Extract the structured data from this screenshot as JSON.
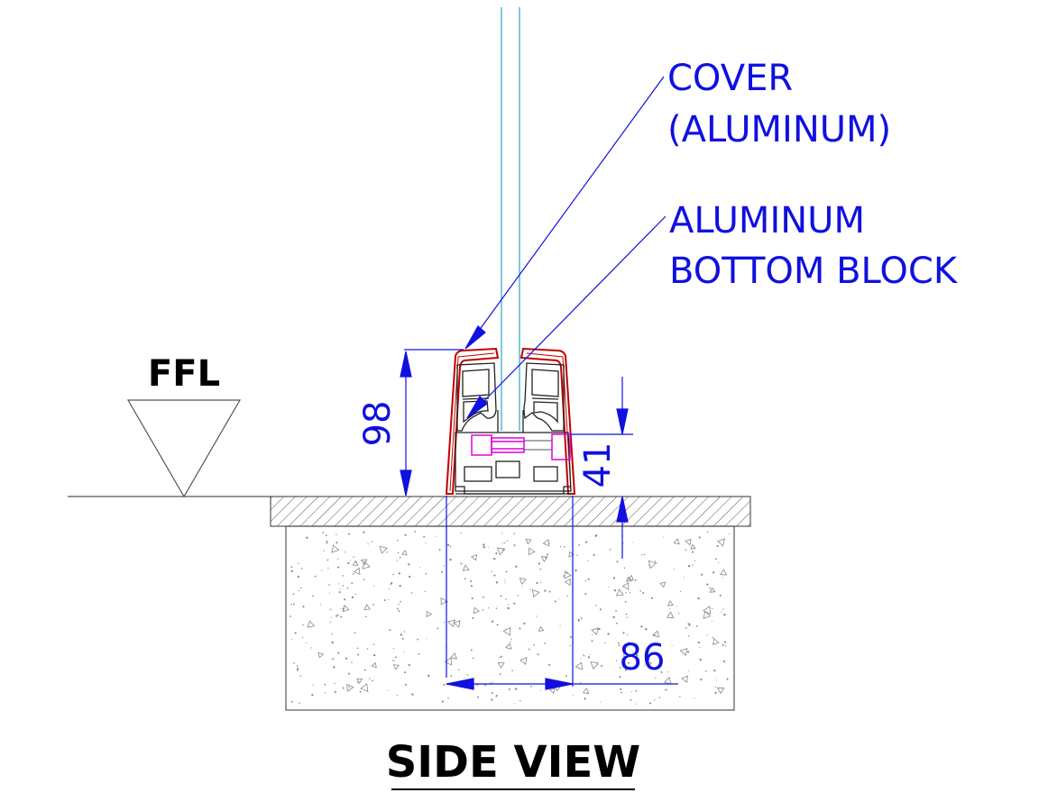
{
  "labels": {
    "cover_line1": "COVER",
    "cover_line2": "(ALUMINUM)",
    "block_line1": "ALUMINUM",
    "block_line2": "BOTTOM BLOCK",
    "ffl": "FFL",
    "view_title": "SIDE VIEW"
  },
  "dimensions": {
    "height_total": "98",
    "height_bolt": "41",
    "width_base": "86"
  },
  "colors": {
    "annotation": "#1010e0",
    "profile": "#c00000",
    "glass": "#2aa7c9",
    "bolt": "#e000e0",
    "outline": "#000000"
  }
}
